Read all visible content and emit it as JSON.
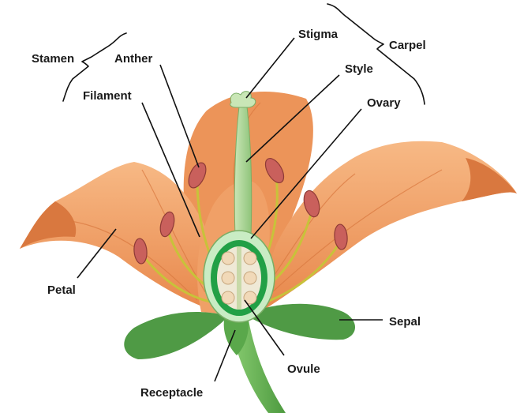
{
  "labels": {
    "stamen": "Stamen",
    "anther": "Anther",
    "filament": "Filament",
    "stigma": "Stigma",
    "carpel": "Carpel",
    "style": "Style",
    "ovary": "Ovary",
    "petal": "Petal",
    "sepal": "Sepal",
    "ovule": "Ovule",
    "receptacle": "Receptacle"
  },
  "colors": {
    "petal": "#f2a36b",
    "petal_shade": "#d9783f",
    "sepal": "#4f9a45",
    "stem": "#6fb25c",
    "ovary_wall": "#22a046",
    "ovule": "#f1d9b8",
    "anther": "#c9605c",
    "filament": "#c8c23a"
  }
}
